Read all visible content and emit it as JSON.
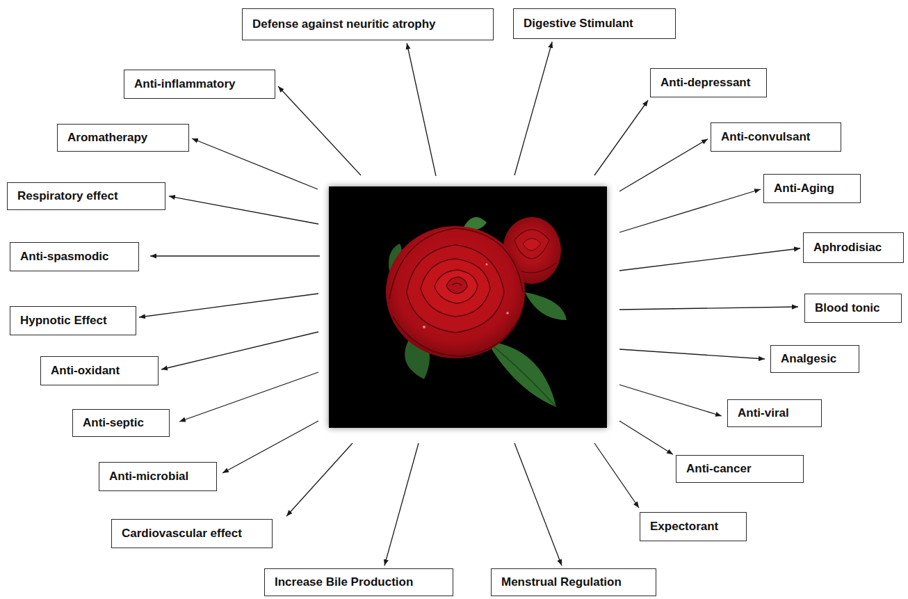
{
  "diagram": {
    "nodes": [
      {
        "text": [
          "Defense against neuritic atrophy"
        ]
      },
      {
        "text": [
          "Digestive Stimulant"
        ]
      },
      {
        "text": [
          "Anti-inflammatory"
        ]
      },
      {
        "text": [
          "Anti-depressant"
        ]
      },
      {
        "text": [
          "Aromatherapy"
        ]
      },
      {
        "text": [
          "Anti-convulsant"
        ]
      },
      {
        "text": [
          "Anti-Aging"
        ]
      },
      {
        "text": [
          "Respiratory effect"
        ]
      },
      {
        "text": [
          "Aphrodisiac"
        ]
      },
      {
        "text": [
          "Anti-spasmodic"
        ]
      },
      {
        "text": [
          "Blood tonic"
        ]
      },
      {
        "text": [
          "Hypnotic Effect"
        ]
      },
      {
        "text": [
          "Analgesic"
        ]
      },
      {
        "text": [
          "Anti-oxidant"
        ]
      },
      {
        "text": [
          "Anti-viral"
        ]
      },
      {
        "text": [
          "Anti-septic"
        ]
      },
      {
        "text": [
          "Anti-cancer"
        ]
      },
      {
        "text": [
          "Anti-microbial"
        ]
      },
      {
        "text": [
          "Expectorant"
        ]
      },
      {
        "text": [
          "Cardiovascular effect"
        ]
      },
      {
        "text": [
          "Increase Bile Production"
        ]
      },
      {
        "text": [
          "Menstrual Regulation"
        ]
      }
    ]
  }
}
